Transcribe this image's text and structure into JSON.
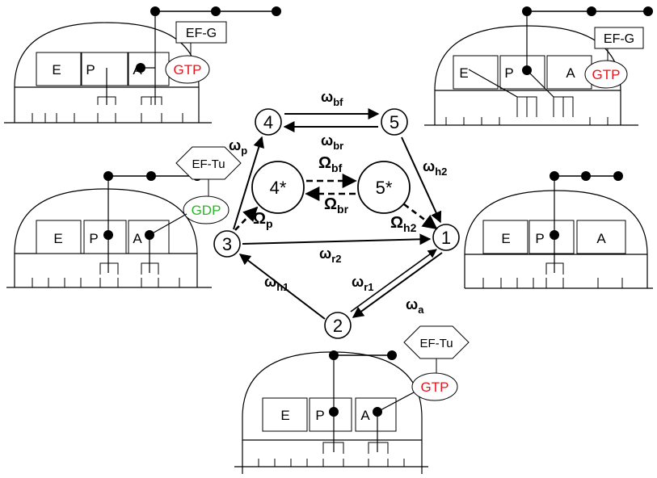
{
  "colors": {
    "stroke": "#000000",
    "gtp": "#e8141b",
    "gdp": "#2bb52b",
    "background": "#ffffff"
  },
  "states": {
    "s1": "1",
    "s2": "2",
    "s3": "3",
    "s4": "4",
    "s5": "5",
    "s4star": "4*",
    "s5star": "5*"
  },
  "rates": {
    "w_bf": {
      "sym": "ω",
      "sub": "bf"
    },
    "w_br": {
      "sym": "ω",
      "sub": "br"
    },
    "w_p": {
      "sym": "ω",
      "sub": "p"
    },
    "w_h2": {
      "sym": "ω",
      "sub": "h2"
    },
    "W_bf": {
      "sym": "Ω",
      "sub": "bf"
    },
    "W_br": {
      "sym": "Ω",
      "sub": "br"
    },
    "W_p": {
      "sym": "Ω",
      "sub": "p"
    },
    "W_h2": {
      "sym": "Ω",
      "sub": "h2"
    },
    "w_r2": {
      "sym": "ω",
      "sub": "r2"
    },
    "w_h1": {
      "sym": "ω",
      "sub": "h1"
    },
    "w_r1": {
      "sym": "ω",
      "sub": "r1"
    },
    "w_a": {
      "sym": "ω",
      "sub": "a"
    }
  },
  "sites": {
    "e": "E",
    "p": "P",
    "a": "A"
  },
  "factors": {
    "efg": "EF-G",
    "eftu": "EF-Tu",
    "gtp": "GTP",
    "gdp": "GDP"
  }
}
